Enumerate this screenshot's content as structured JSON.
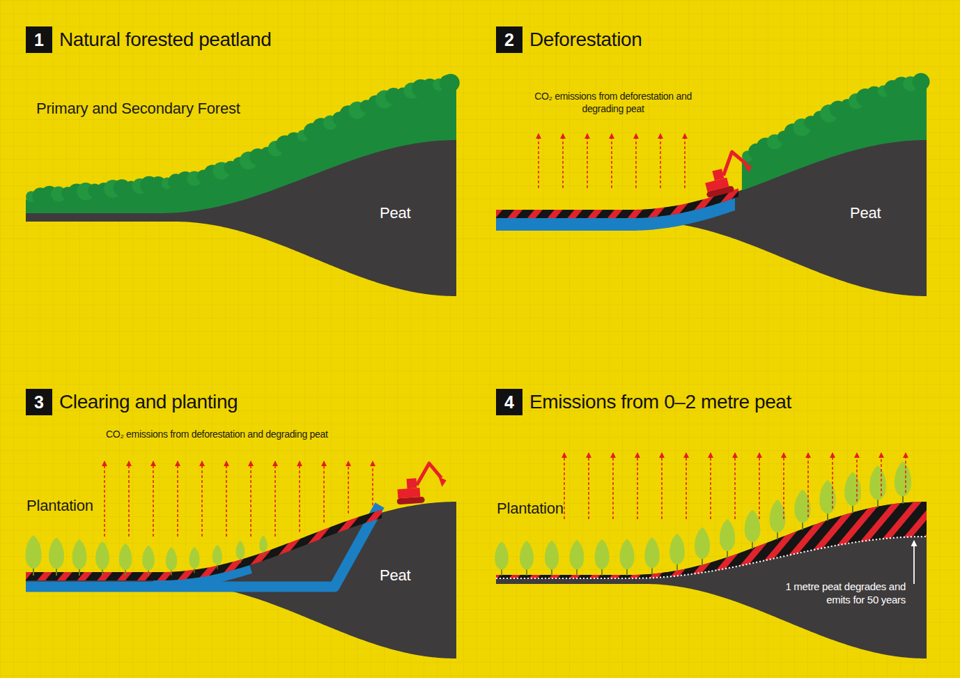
{
  "diagram": {
    "nodes": [
      {
        "text": [
          "1",
          "Natural forested peatland"
        ]
      },
      {
        "text": [
          "2",
          "Deforestation"
        ]
      },
      {
        "text": [
          "3",
          "Clearing and planting"
        ]
      },
      {
        "text": [
          "4",
          "Emissions from 0–2 metre peat"
        ]
      }
    ],
    "labels": [
      "Primary and Secondary Forest",
      "Peat",
      "CO₂ emissions from deforestation and degrading peat",
      "Peat",
      "CO₂ emissions from deforestation and degrading peat",
      "Plantation",
      "Peat",
      "Plantation",
      "1 metre peat degrades and emits for 50 years"
    ]
  }
}
